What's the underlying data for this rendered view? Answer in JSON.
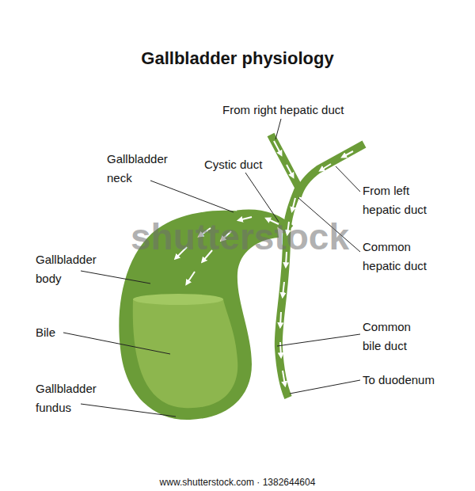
{
  "diagram": {
    "title": "Gallbladder physiology",
    "labels": [
      "From right hepatic duct",
      "Gallbladder neck",
      "Cystic duct",
      "From left hepatic duct",
      "Gallbladder body",
      "Common hepatic duct",
      "shutterstock",
      "Bile",
      "Common bile duct",
      "To duodenum",
      "Gallbladder fundus",
      "www.shutterstock.com · 1382644604"
    ]
  }
}
